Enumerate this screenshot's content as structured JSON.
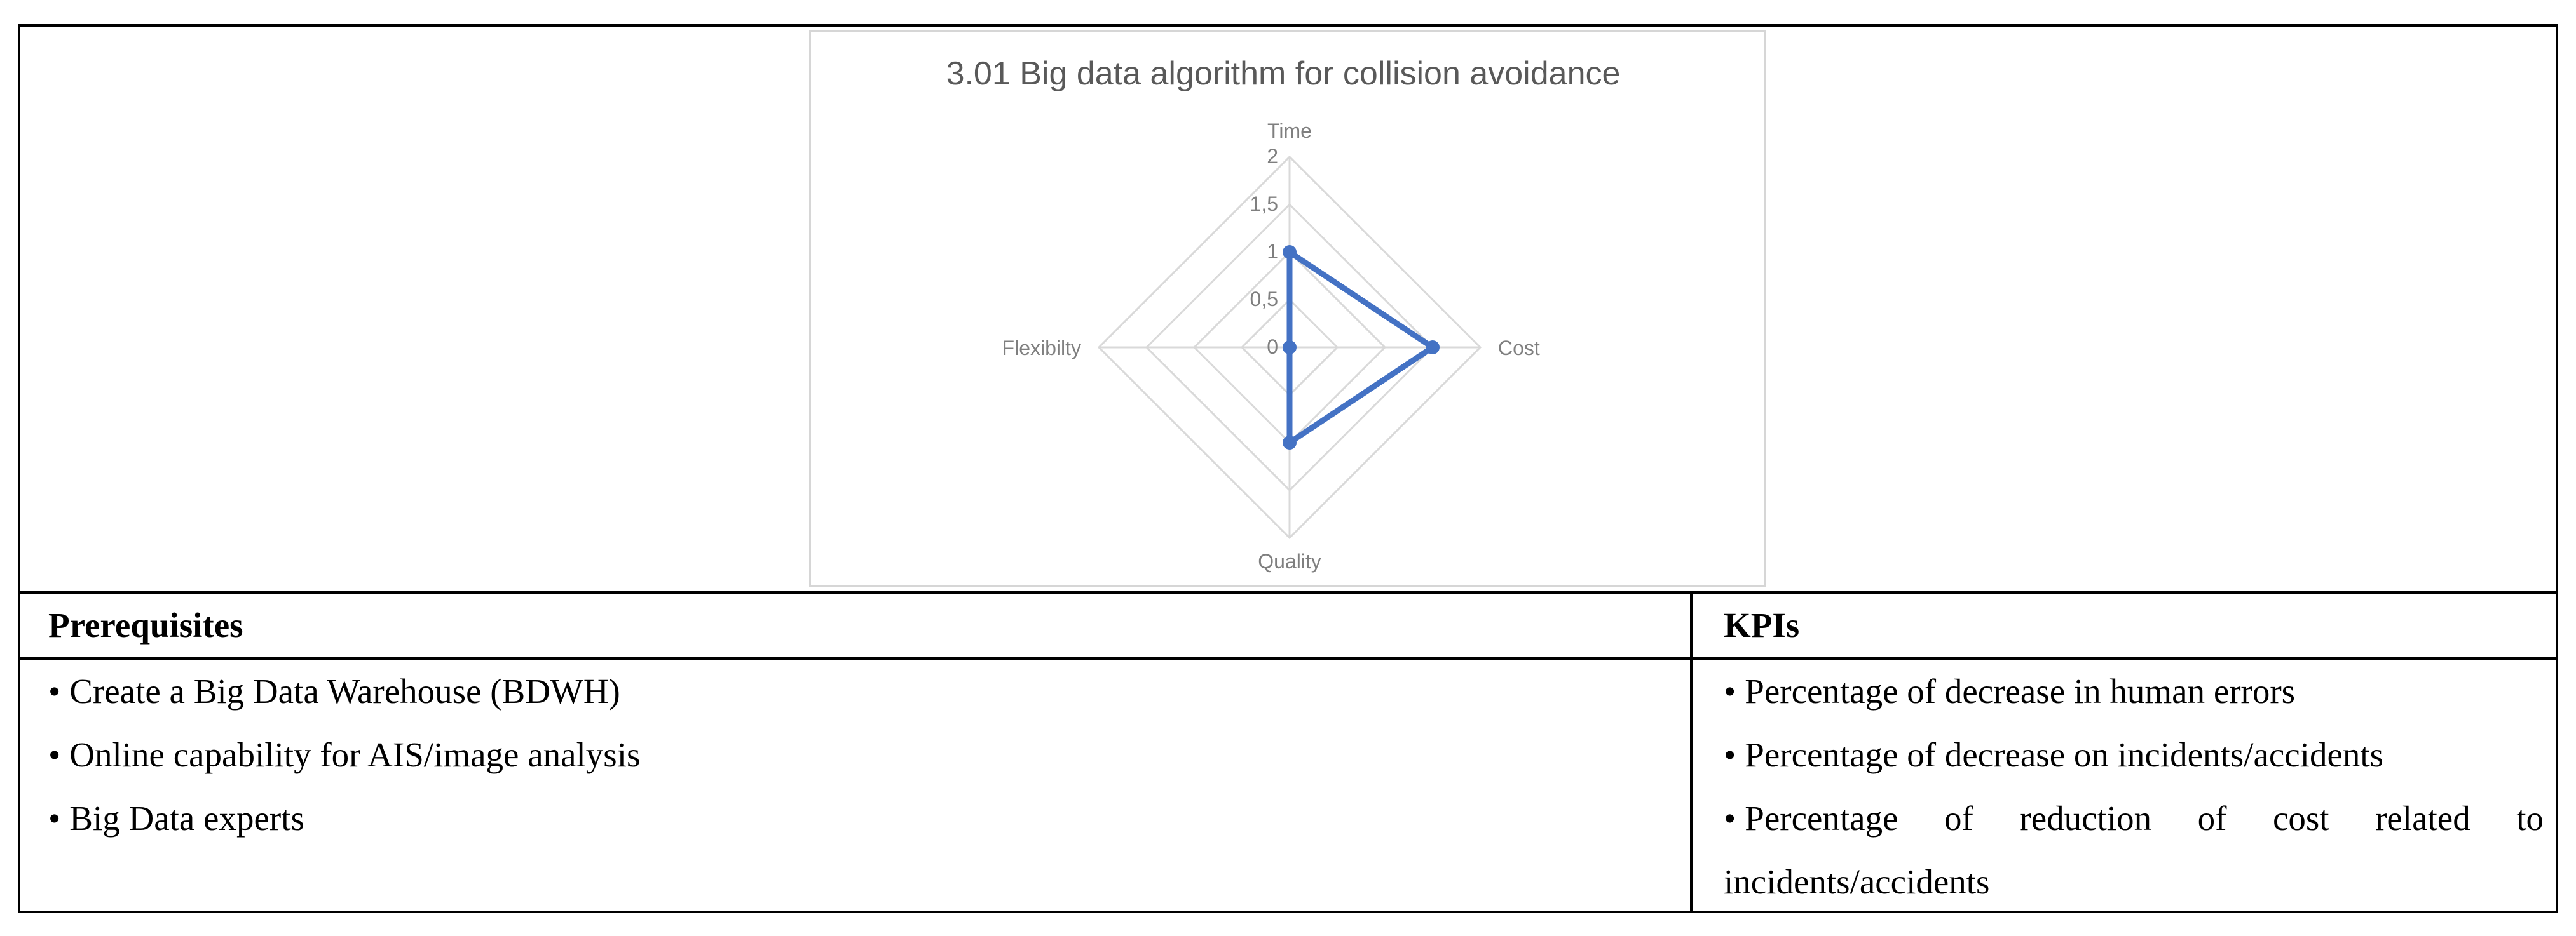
{
  "chart_data": {
    "type": "radar",
    "title": "3.01 Big data algorithm for collision avoidance",
    "axes": [
      "Time",
      "Cost",
      "Quality",
      "Flexibilty"
    ],
    "radial_ticks": [
      "0",
      "0,5",
      "1",
      "1,5",
      "2"
    ],
    "range": [
      0,
      2
    ],
    "values": [
      1,
      1.5,
      1,
      0
    ],
    "series_color": "#4472C4",
    "grid_color": "#d9d9d9",
    "label_color": "#7f7f7f",
    "grid": true,
    "legend": "none"
  },
  "table": {
    "prerequisites_header": "Prerequisites",
    "kpis_header": "KPIs",
    "bullet": "•",
    "prerequisites": [
      "Create a Big Data Warehouse (BDWH)",
      "Online capability for AIS/image analysis",
      "Big Data experts"
    ],
    "kpis": [
      "Percentage of decrease in human errors",
      "Percentage of decrease on incidents/accidents",
      "Percentage of reduction of cost related to incidents/accidents"
    ]
  }
}
